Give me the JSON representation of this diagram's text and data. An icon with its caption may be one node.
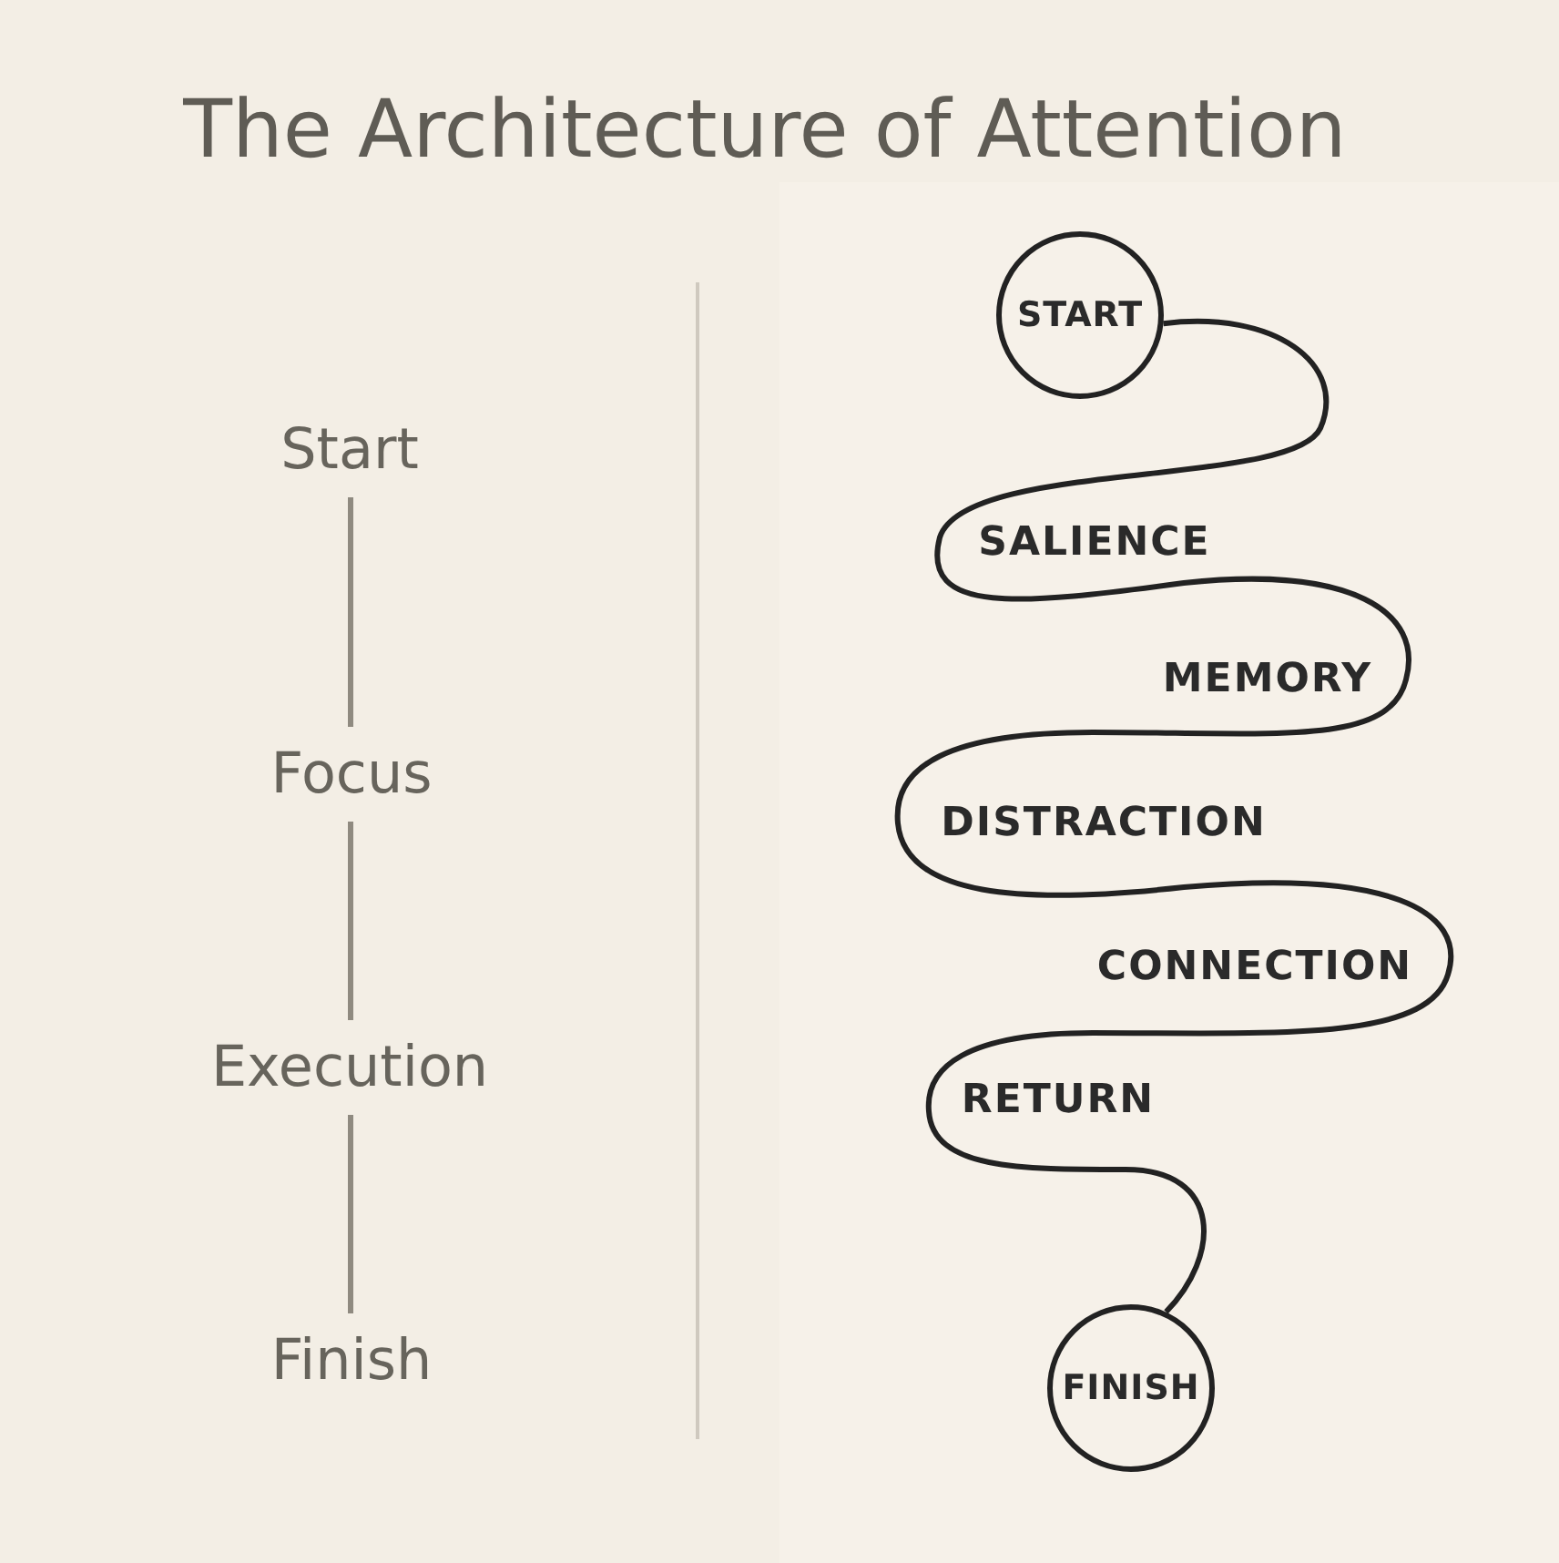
{
  "diagram": {
    "title": "The Architecture of Attention",
    "nodes": [
      {
        "text": [
          "Start"
        ]
      },
      {
        "text": [
          "Focus"
        ]
      },
      {
        "text": [
          "Execution"
        ]
      },
      {
        "text": [
          "Finish"
        ]
      },
      {
        "text": [
          "START"
        ]
      },
      {
        "text": [
          "FINISH"
        ]
      }
    ],
    "edges": [
      {
        "from": 0,
        "to": 1,
        "arrow": "none"
      },
      {
        "from": 1,
        "to": 2,
        "arrow": "none"
      },
      {
        "from": 2,
        "to": 3,
        "arrow": "none"
      },
      {
        "from": 4,
        "to": 5,
        "arrow": "none",
        "color": "#222222"
      }
    ],
    "labels": [
      "SALIENCE",
      "MEMORY",
      "DISTRACTION",
      "CONNECTION",
      "RETURN"
    ]
  }
}
